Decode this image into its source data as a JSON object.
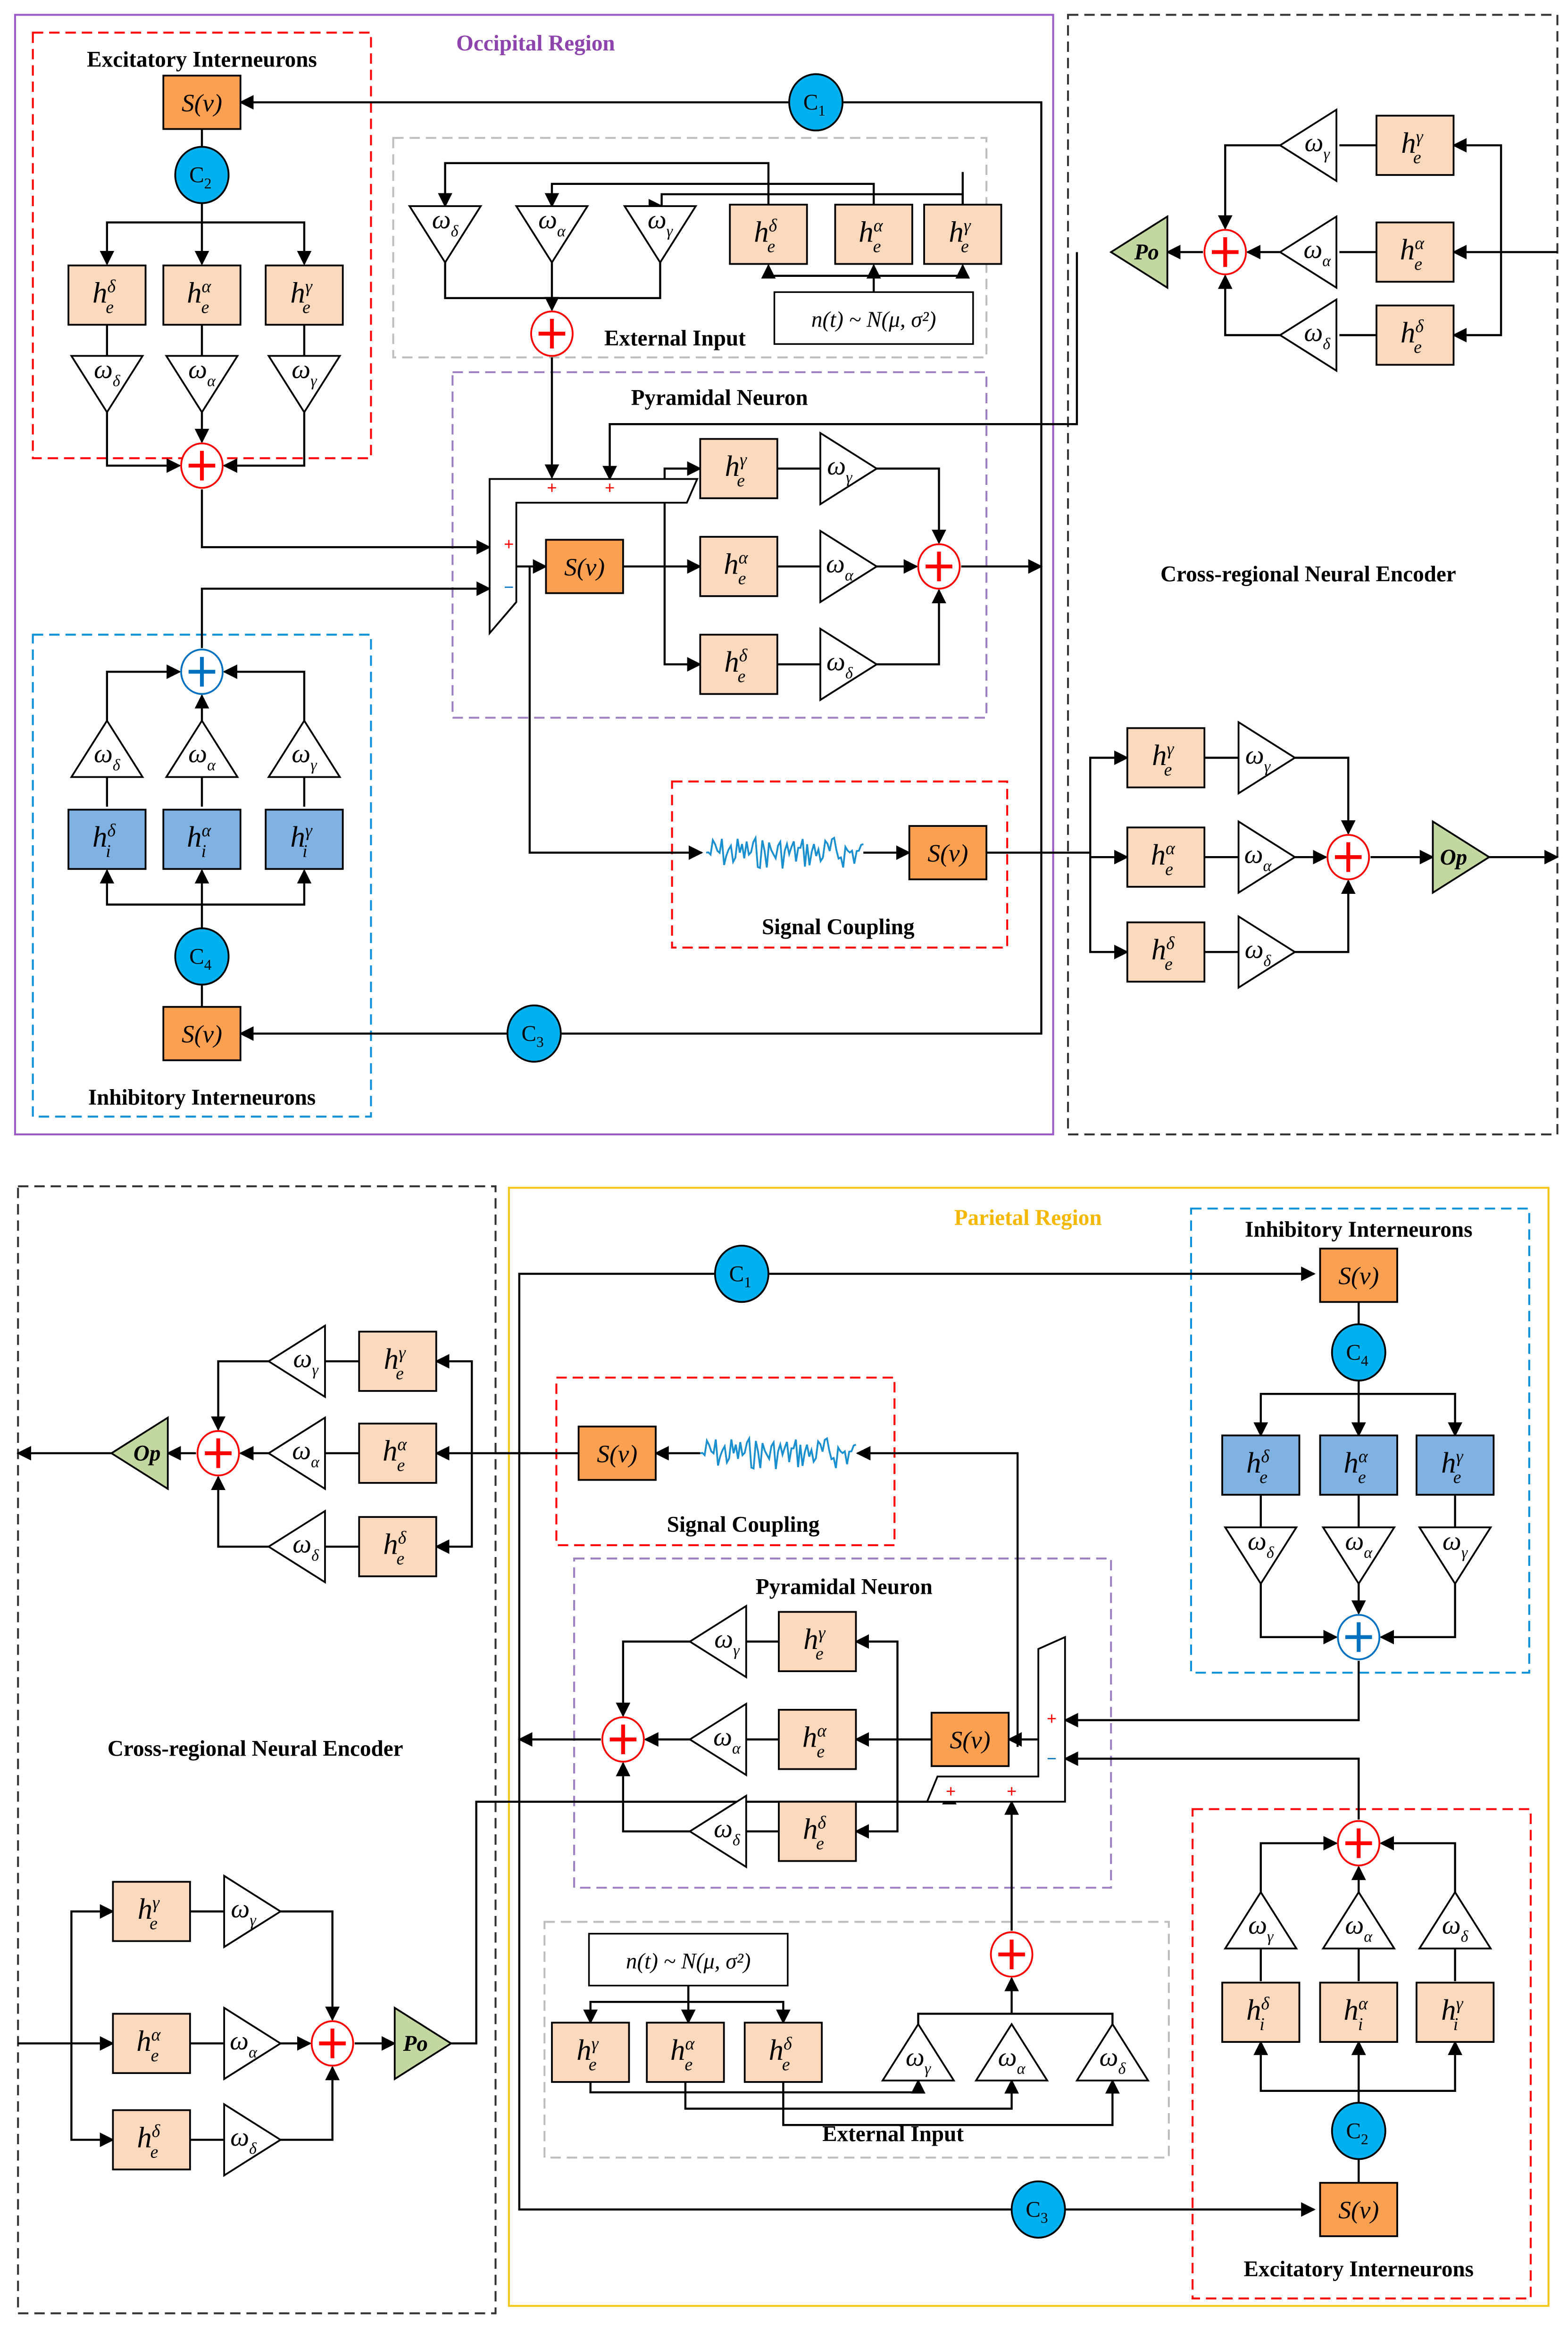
{
  "colors": {
    "occipital_border": "#9b59c6",
    "parietal_border": "#f5c518",
    "excitatory_border": "#ff0000",
    "inhibitory_border": "#0a8fd8",
    "pyramidal_border": "#9b7fbf",
    "external_border": "#bdbdbd",
    "encoder_border": "#333333",
    "excitatory_kernel": "#fcd9bc",
    "inhibitory_kernel": "#7fb2e3",
    "sigmoid": "#fb9f50",
    "connectivity": "#00b0ef",
    "output_gain": "#c2d8a0",
    "noise": "#1a8fd0"
  },
  "occipital": {
    "title": "Occipital Region",
    "excitatory": {
      "title": "Excitatory Interneurons",
      "sigmoid": "S(v)",
      "connectivity": {
        "base": "C",
        "sub": "2"
      },
      "kernels": [
        {
          "base": "h",
          "sub": "e",
          "sup": "δ"
        },
        {
          "base": "h",
          "sub": "e",
          "sup": "α"
        },
        {
          "base": "h",
          "sub": "e",
          "sup": "γ"
        }
      ],
      "weights": [
        {
          "base": "ω",
          "sub": "δ"
        },
        {
          "base": "ω",
          "sub": "α"
        },
        {
          "base": "ω",
          "sub": "γ"
        }
      ]
    },
    "inhibitory": {
      "title": "Inhibitory Interneurons",
      "sigmoid": "S(v)",
      "connectivity": {
        "base": "C",
        "sub": "4"
      },
      "kernels": [
        {
          "base": "h",
          "sub": "i",
          "sup": "δ"
        },
        {
          "base": "h",
          "sub": "i",
          "sup": "α"
        },
        {
          "base": "h",
          "sub": "i",
          "sup": "γ"
        }
      ],
      "weights": [
        {
          "base": "ω",
          "sub": "δ"
        },
        {
          "base": "ω",
          "sub": "α"
        },
        {
          "base": "ω",
          "sub": "γ"
        }
      ]
    },
    "external": {
      "title": "External Input",
      "noise": "n(t) ~ N(μ, σ²)",
      "kernels": [
        {
          "base": "h",
          "sub": "e",
          "sup": "δ"
        },
        {
          "base": "h",
          "sub": "e",
          "sup": "α"
        },
        {
          "base": "h",
          "sub": "e",
          "sup": "γ"
        }
      ],
      "weights": [
        {
          "base": "ω",
          "sub": "δ"
        },
        {
          "base": "ω",
          "sub": "α"
        },
        {
          "base": "ω",
          "sub": "γ"
        }
      ]
    },
    "pyramidal": {
      "title": "Pyramidal Neuron",
      "sigmoid": "S(v)",
      "signs": [
        "+",
        "+",
        "+",
        "−"
      ],
      "kernels": [
        {
          "base": "h",
          "sub": "e",
          "sup": "γ"
        },
        {
          "base": "h",
          "sub": "e",
          "sup": "α"
        },
        {
          "base": "h",
          "sub": "e",
          "sup": "δ"
        }
      ],
      "weights": [
        {
          "base": "ω",
          "sub": "γ"
        },
        {
          "base": "ω",
          "sub": "α"
        },
        {
          "base": "ω",
          "sub": "δ"
        }
      ]
    },
    "connectivity_c1": {
      "base": "C",
      "sub": "1"
    },
    "connectivity_c3": {
      "base": "C",
      "sub": "3"
    },
    "coupling": {
      "title": "Signal Coupling",
      "sigmoid": "S(v)"
    }
  },
  "encoder_top": {
    "title": "Cross-regional Neural Encoder",
    "upper": {
      "gain": "Po",
      "kernels": [
        {
          "base": "h",
          "sub": "e",
          "sup": "γ"
        },
        {
          "base": "h",
          "sub": "e",
          "sup": "α"
        },
        {
          "base": "h",
          "sub": "e",
          "sup": "δ"
        }
      ],
      "weights": [
        {
          "base": "ω",
          "sub": "γ"
        },
        {
          "base": "ω",
          "sub": "α"
        },
        {
          "base": "ω",
          "sub": "δ"
        }
      ]
    },
    "lower": {
      "gain": "Op",
      "kernels": [
        {
          "base": "h",
          "sub": "e",
          "sup": "γ"
        },
        {
          "base": "h",
          "sub": "e",
          "sup": "α"
        },
        {
          "base": "h",
          "sub": "e",
          "sup": "δ"
        }
      ],
      "weights": [
        {
          "base": "ω",
          "sub": "γ"
        },
        {
          "base": "ω",
          "sub": "α"
        },
        {
          "base": "ω",
          "sub": "δ"
        }
      ]
    }
  },
  "parietal": {
    "title": "Parietal Region",
    "inhibitory": {
      "title": "Inhibitory Interneurons",
      "sigmoid": "S(v)",
      "connectivity": {
        "base": "C",
        "sub": "4"
      },
      "kernels": [
        {
          "base": "h",
          "sub": "e",
          "sup": "δ"
        },
        {
          "base": "h",
          "sub": "e",
          "sup": "α"
        },
        {
          "base": "h",
          "sub": "e",
          "sup": "γ"
        }
      ],
      "weights": [
        {
          "base": "ω",
          "sub": "δ"
        },
        {
          "base": "ω",
          "sub": "α"
        },
        {
          "base": "ω",
          "sub": "γ"
        }
      ]
    },
    "excitatory": {
      "title": "Excitatory Interneurons",
      "sigmoid": "S(v)",
      "connectivity": {
        "base": "C",
        "sub": "2"
      },
      "kernels": [
        {
          "base": "h",
          "sub": "i",
          "sup": "δ"
        },
        {
          "base": "h",
          "sub": "i",
          "sup": "α"
        },
        {
          "base": "h",
          "sub": "i",
          "sup": "γ"
        }
      ],
      "weights": [
        {
          "base": "ω",
          "sub": "γ"
        },
        {
          "base": "ω",
          "sub": "α"
        },
        {
          "base": "ω",
          "sub": "δ"
        }
      ]
    },
    "external": {
      "title": "External Input",
      "noise": "n(t) ~ N(μ, σ²)",
      "kernels": [
        {
          "base": "h",
          "sub": "e",
          "sup": "γ"
        },
        {
          "base": "h",
          "sub": "e",
          "sup": "α"
        },
        {
          "base": "h",
          "sub": "e",
          "sup": "δ"
        }
      ],
      "weights": [
        {
          "base": "ω",
          "sub": "γ"
        },
        {
          "base": "ω",
          "sub": "α"
        },
        {
          "base": "ω",
          "sub": "δ"
        }
      ]
    },
    "pyramidal": {
      "title": "Pyramidal Neuron",
      "sigmoid": "S(v)",
      "signs": [
        "+",
        "−",
        "+",
        "+"
      ],
      "kernels": [
        {
          "base": "h",
          "sub": "e",
          "sup": "γ"
        },
        {
          "base": "h",
          "sub": "e",
          "sup": "α"
        },
        {
          "base": "h",
          "sub": "e",
          "sup": "δ"
        }
      ],
      "weights": [
        {
          "base": "ω",
          "sub": "γ"
        },
        {
          "base": "ω",
          "sub": "α"
        },
        {
          "base": "ω",
          "sub": "δ"
        }
      ]
    },
    "connectivity_c1": {
      "base": "C",
      "sub": "1"
    },
    "connectivity_c3": {
      "base": "C",
      "sub": "3"
    },
    "coupling": {
      "title": "Signal Coupling",
      "sigmoid": "S(v)"
    }
  },
  "encoder_bottom": {
    "title": "Cross-regional Neural Encoder",
    "upper": {
      "gain": "Op",
      "kernels": [
        {
          "base": "h",
          "sub": "e",
          "sup": "γ"
        },
        {
          "base": "h",
          "sub": "e",
          "sup": "α"
        },
        {
          "base": "h",
          "sub": "e",
          "sup": "δ"
        }
      ],
      "weights": [
        {
          "base": "ω",
          "sub": "γ"
        },
        {
          "base": "ω",
          "sub": "α"
        },
        {
          "base": "ω",
          "sub": "δ"
        }
      ]
    },
    "lower": {
      "gain": "Po",
      "kernels": [
        {
          "base": "h",
          "sub": "e",
          "sup": "γ"
        },
        {
          "base": "h",
          "sub": "e",
          "sup": "α"
        },
        {
          "base": "h",
          "sub": "e",
          "sup": "δ"
        }
      ],
      "weights": [
        {
          "base": "ω",
          "sub": "γ"
        },
        {
          "base": "ω",
          "sub": "α"
        },
        {
          "base": "ω",
          "sub": "δ"
        }
      ]
    }
  }
}
